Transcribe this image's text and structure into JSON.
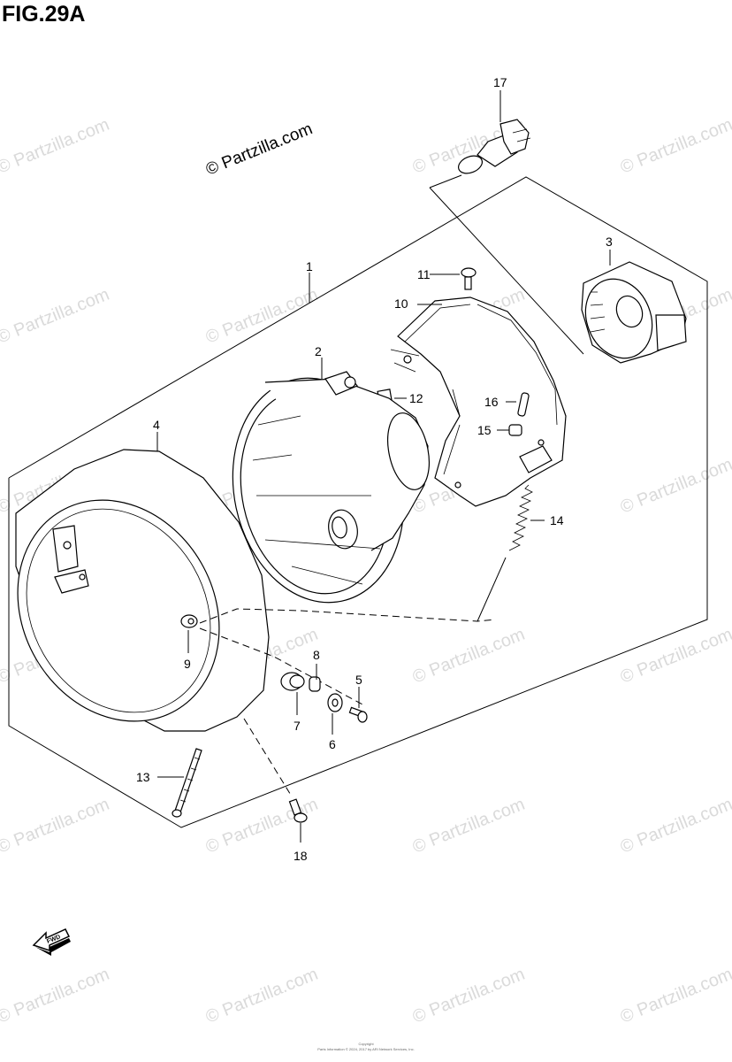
{
  "title": "FIG.29A",
  "watermark_main": "© Partzilla.com",
  "watermark_repeat": "© Partzilla.com",
  "copyright_line1": "Copyright",
  "copyright_line2": "Parts Information © 2024, 2017 by ARI Network Services, Inc.",
  "fwd_label": "FWD",
  "callouts": [
    {
      "id": "1",
      "label": "1"
    },
    {
      "id": "2",
      "label": "2"
    },
    {
      "id": "3",
      "label": "3"
    },
    {
      "id": "4",
      "label": "4"
    },
    {
      "id": "5",
      "label": "5"
    },
    {
      "id": "6",
      "label": "6"
    },
    {
      "id": "7",
      "label": "7"
    },
    {
      "id": "8",
      "label": "8"
    },
    {
      "id": "9",
      "label": "9"
    },
    {
      "id": "10",
      "label": "10"
    },
    {
      "id": "11",
      "label": "11"
    },
    {
      "id": "12",
      "label": "12"
    },
    {
      "id": "13",
      "label": "13"
    },
    {
      "id": "14",
      "label": "14"
    },
    {
      "id": "15",
      "label": "15"
    },
    {
      "id": "16",
      "label": "16"
    },
    {
      "id": "17",
      "label": "17"
    },
    {
      "id": "18",
      "label": "18"
    }
  ],
  "colors": {
    "watermark": "#dadada",
    "ink": "#000000",
    "background": "#ffffff"
  }
}
